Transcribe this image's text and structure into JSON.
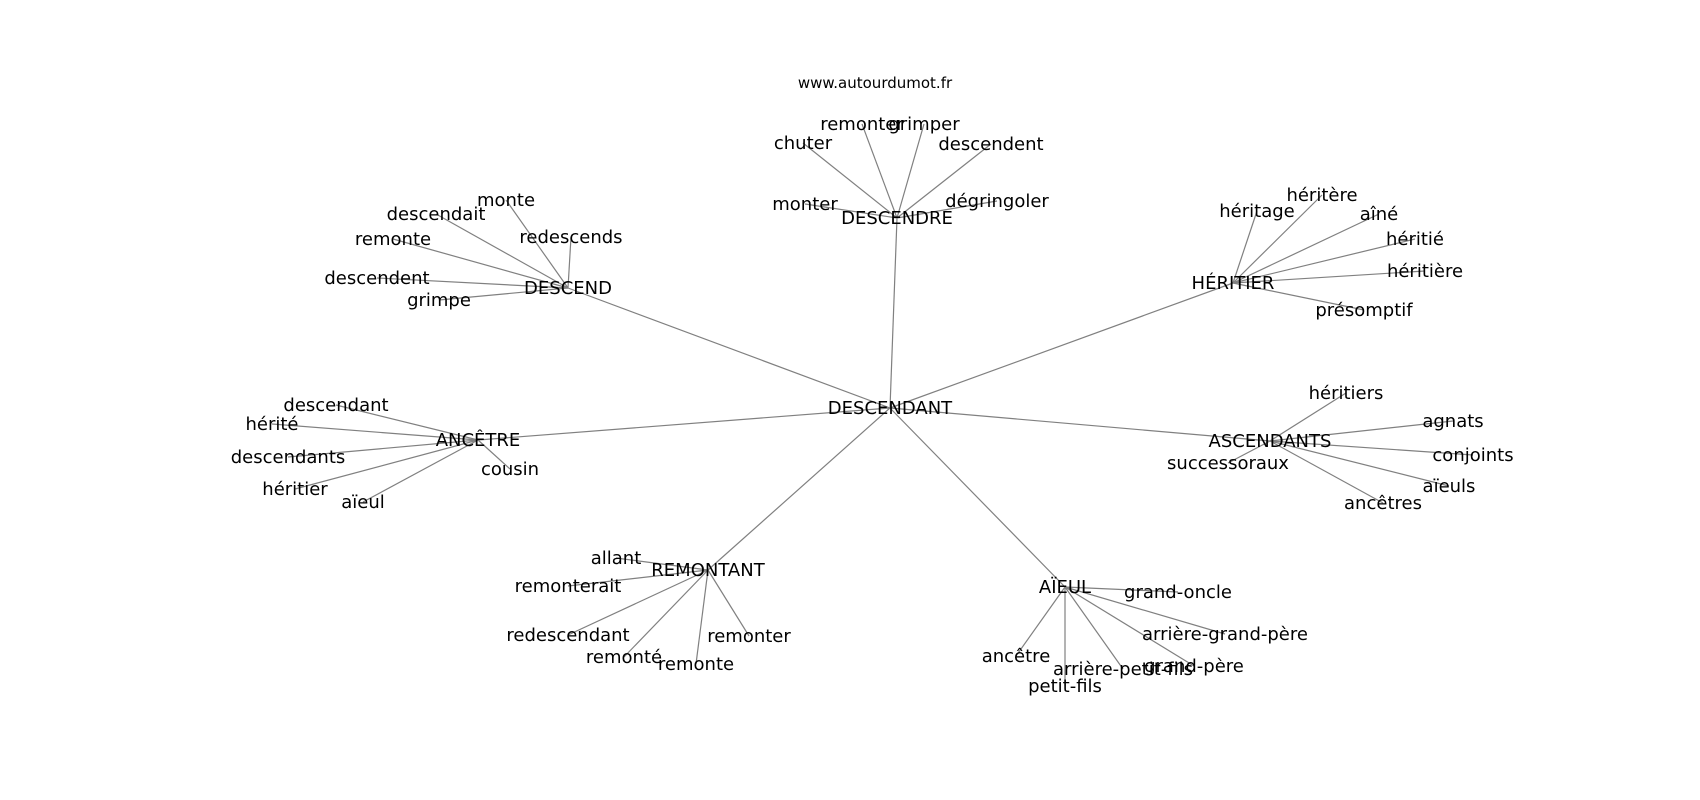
{
  "source": "www.autourdumot.fr",
  "center": "DESCENDANT",
  "groups": [
    {
      "hub": "DESCENDRE",
      "words": [
        "chuter",
        "remonter",
        "grimper",
        "descendent",
        "monter",
        "dégringoler"
      ]
    },
    {
      "hub": "DESCEND",
      "words": [
        "descendait",
        "monte",
        "remonte",
        "redescends",
        "descendent",
        "grimpe"
      ]
    },
    {
      "hub": "HÉRITIER",
      "words": [
        "héritage",
        "héritère",
        "aîné",
        "héritié",
        "héritière",
        "présomptif"
      ]
    },
    {
      "hub": "ANCÊTRE",
      "words": [
        "descendant",
        "hérité",
        "descendants",
        "cousin",
        "héritier",
        "aïeul"
      ]
    },
    {
      "hub": "ASCENDANTS",
      "words": [
        "héritiers",
        "agnats",
        "conjoints",
        "successoraux",
        "aïeuls",
        "ancêtres"
      ]
    },
    {
      "hub": "REMONTANT",
      "words": [
        "allant",
        "remonterait",
        "redescendant",
        "remonté",
        "remonte",
        "remonter"
      ]
    },
    {
      "hub": "AÏEUL",
      "words": [
        "grand-oncle",
        "arrière-grand-père",
        "ancêtre",
        "arrière-petit-fils",
        "grand-père",
        "petit-fils"
      ]
    }
  ]
}
